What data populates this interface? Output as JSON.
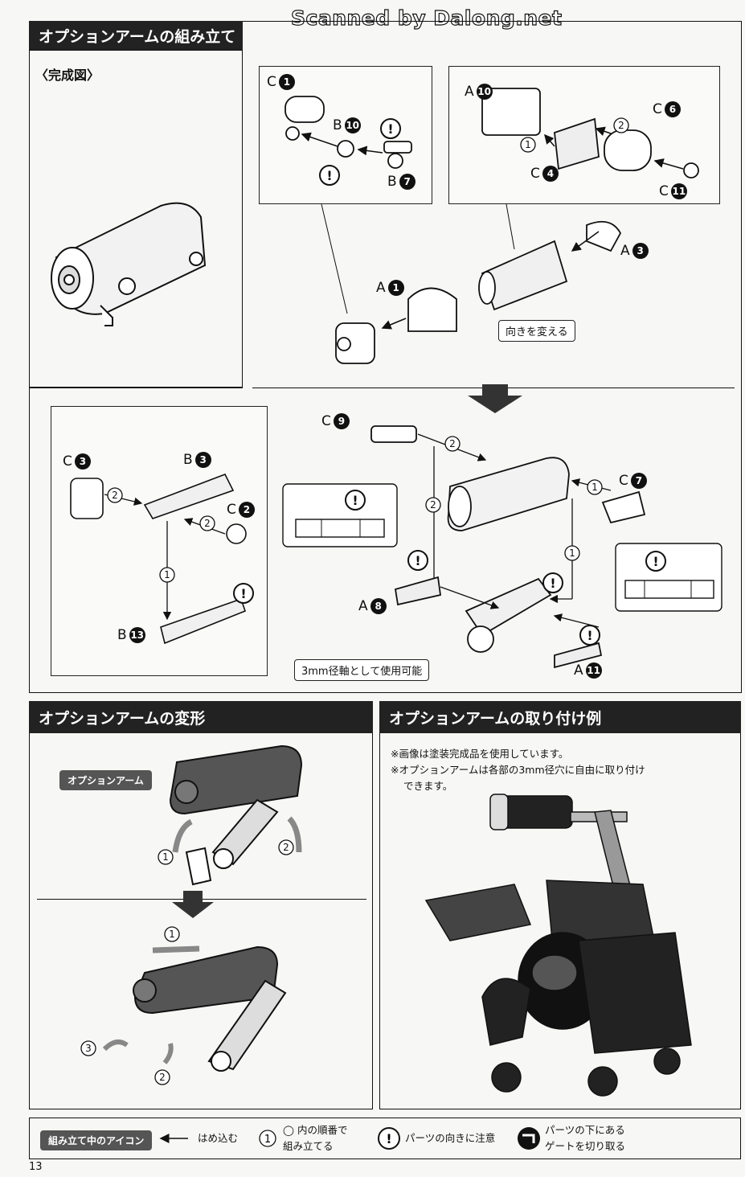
{
  "watermark": "Scanned by Dalong.net",
  "section_assembly": {
    "title": "オプションアームの組み立て",
    "completed_label": "〈完成図〉"
  },
  "parts": {
    "c1": "C",
    "c1_n": "1",
    "b10": "B",
    "b10_n": "10",
    "b7": "B",
    "b7_n": "7",
    "a10": "A",
    "a10_n": "10",
    "c6": "C",
    "c6_n": "6",
    "c4": "C",
    "c4_n": "4",
    "c11": "C",
    "c11_n": "11",
    "a1": "A",
    "a1_n": "1",
    "a3": "A",
    "a3_n": "3",
    "c9": "C",
    "c9_n": "9",
    "c3": "C",
    "c3_n": "3",
    "b3": "B",
    "b3_n": "3",
    "c2": "C",
    "c2_n": "2",
    "c7": "C",
    "c7_n": "7",
    "a8": "A",
    "a8_n": "8",
    "b13": "B",
    "b13_n": "13",
    "a11": "A",
    "a11_n": "11"
  },
  "callouts": {
    "change_direction": "向きを変える",
    "shaft_note": "3mm径軸として使用可能"
  },
  "section_transform": {
    "title": "オプションアームの変形",
    "badge": "オプションアーム"
  },
  "section_example": {
    "title": "オプションアームの取り付け例",
    "note1": "※画像は塗装完成品を使用しています。",
    "note2": "※オプションアームは各部の3mm径穴に自由に取り付け",
    "note3": "できます。"
  },
  "legend": {
    "badge": "組み立て中のアイコン",
    "insert": "はめ込む",
    "order_line1": "◯ 内の順番で",
    "order_line2": "組み立てる",
    "orientation": "パーツの向きに注意",
    "gate_line1": "パーツの下にある",
    "gate_line2": "ゲートを切り取る"
  },
  "page_number": "13",
  "colors": {
    "header_bg": "#222222",
    "badge_bg": "#555555",
    "page_bg": "#f7f7f5"
  }
}
